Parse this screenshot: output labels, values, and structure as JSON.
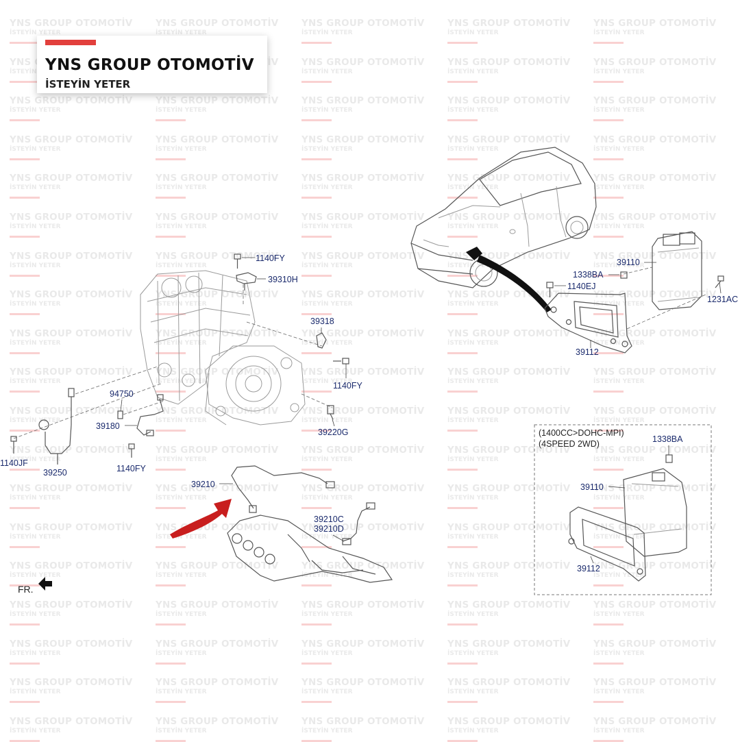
{
  "watermark": {
    "name": "YNS GROUP OTOMOTİV",
    "tagline": "İSTEYİN YETER"
  },
  "brand": {
    "name": "YNS GROUP OTOMOTİV",
    "tagline": "İSTEYİN YETER",
    "accent": "#e2403d"
  },
  "colors": {
    "part_label": "#1a2a6c",
    "arrow_red": "#c81e1e"
  },
  "callouts": {
    "p1140fy_top": "1140FY",
    "p39310h": "39310H",
    "p39318": "39318",
    "p1140fy_right": "1140FY",
    "p94750": "94750",
    "p39180": "39180",
    "p39220g": "39220G",
    "p1140jf": "1140JF",
    "p39250": "39250",
    "p1140fy_bottom": "1140FY",
    "p39210": "39210",
    "p39210c": "39210C",
    "p39210d": "39210D",
    "fr": "FR.",
    "p1338ba_top": "1338BA",
    "p39110_top": "39110",
    "p1140ej": "1140EJ",
    "p1231ac": "1231AC",
    "p39112_top": "39112",
    "variant_line1": "(1400CC>DOHC-MPI)",
    "variant_line2": "(4SPEED 2WD)",
    "p1338ba_box": "1338BA",
    "p39110_box": "39110",
    "p39112_box": "39112"
  }
}
